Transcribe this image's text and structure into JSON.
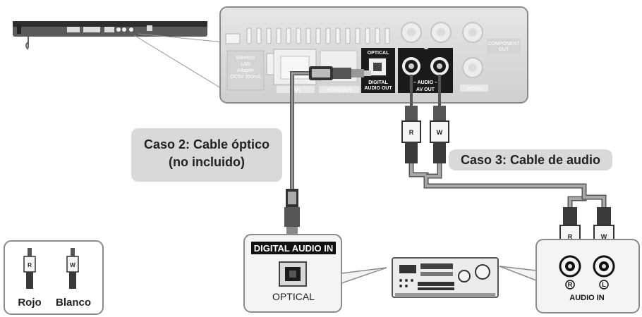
{
  "callouts": {
    "case2_line1": "Caso 2: Cable óptico",
    "case2_line2": "(no incluido)",
    "case3": "Caso 3: Cable de audio"
  },
  "panel": {
    "wireless": [
      "Wireless",
      "LAN",
      "Adapter",
      "DC5V 350mA"
    ],
    "lan": "LAN",
    "hdmi_out": "HDMI OUT",
    "optical_top": "OPTICAL",
    "digital_audio_out_1": "DIGITAL",
    "digital_audio_out_2": "AUDIO OUT",
    "audio_label": "– AUDIO –",
    "av_out": "AV OUT",
    "component_out_1": "COMPONENT",
    "component_out_2": "OUT",
    "video": "VIDEO"
  },
  "plugs": {
    "red": "R",
    "white": "W"
  },
  "optical_box": {
    "header": "DIGITAL AUDIO IN",
    "label": "OPTICAL"
  },
  "audio_in_box": {
    "r": "R",
    "l": "L",
    "label": "AUDIO IN"
  },
  "legend": {
    "rojo": "Rojo",
    "blanco": "Blanco",
    "r": "R",
    "w": "W"
  }
}
